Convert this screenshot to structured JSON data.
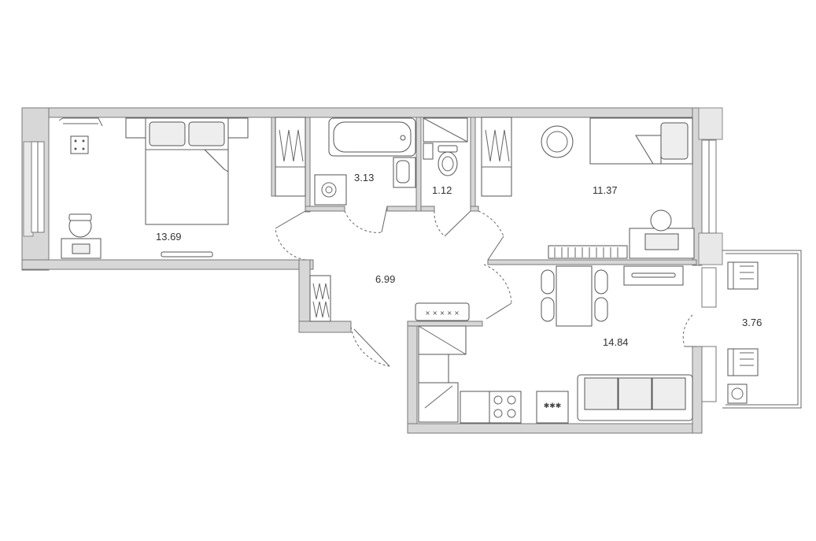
{
  "rooms": [
    {
      "id": "bedroom-left",
      "area": "13.69"
    },
    {
      "id": "bathroom",
      "area": "3.13"
    },
    {
      "id": "toilet",
      "area": "1.12"
    },
    {
      "id": "bedroom-right",
      "area": "11.37"
    },
    {
      "id": "hallway",
      "area": "6.99"
    },
    {
      "id": "kitchen-living",
      "area": "14.84"
    },
    {
      "id": "balcony",
      "area": "3.76"
    }
  ],
  "stove_symbol": "✱✱✱",
  "colors": {
    "wall": "#d7d7d7",
    "line": "#555555",
    "furniture_fill": "#ffffff"
  }
}
